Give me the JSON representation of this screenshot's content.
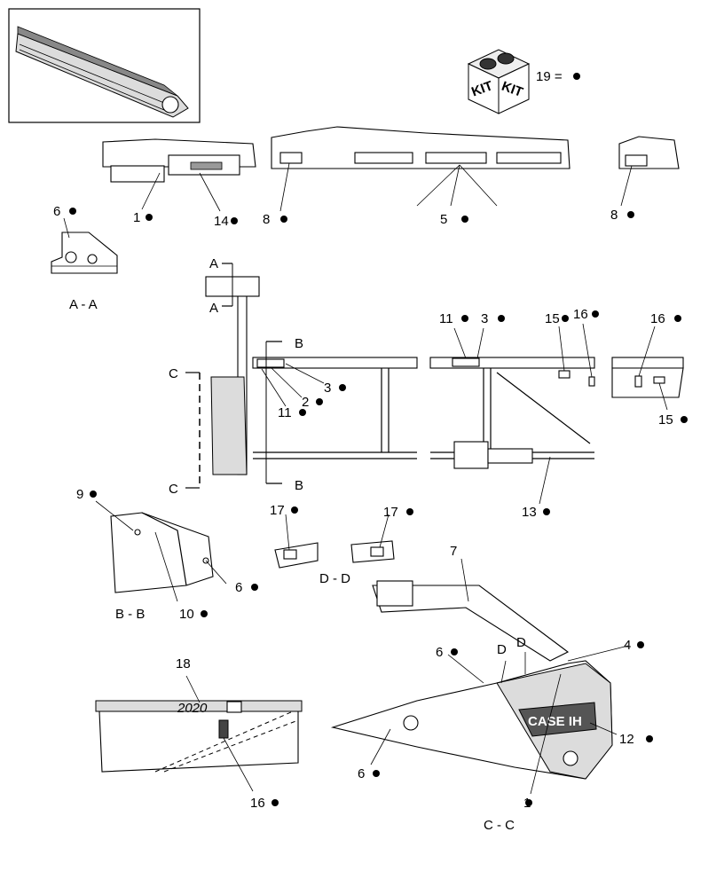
{
  "callouts": [
    {
      "id": "c1a",
      "text": "1"
    },
    {
      "id": "c14",
      "text": "14"
    },
    {
      "id": "c8a",
      "text": "8"
    },
    {
      "id": "c5",
      "text": "5"
    },
    {
      "id": "c8b",
      "text": "8"
    },
    {
      "id": "c19",
      "text": "19 ="
    },
    {
      "id": "c6a",
      "text": "6"
    },
    {
      "id": "c11a",
      "text": "11"
    },
    {
      "id": "c3a",
      "text": "3"
    },
    {
      "id": "c15a",
      "text": "15"
    },
    {
      "id": "c16a",
      "text": "16"
    },
    {
      "id": "c16b",
      "text": "16"
    },
    {
      "id": "c3b",
      "text": "3"
    },
    {
      "id": "c2",
      "text": "2"
    },
    {
      "id": "c11b",
      "text": "11"
    },
    {
      "id": "c15b",
      "text": "15"
    },
    {
      "id": "c13",
      "text": "13"
    },
    {
      "id": "c9",
      "text": "9"
    },
    {
      "id": "c17a",
      "text": "17"
    },
    {
      "id": "c17b",
      "text": "17"
    },
    {
      "id": "c6b",
      "text": "6"
    },
    {
      "id": "c10",
      "text": "10"
    },
    {
      "id": "c7",
      "text": "7"
    },
    {
      "id": "c4",
      "text": "4"
    },
    {
      "id": "c6c",
      "text": "6"
    },
    {
      "id": "c12",
      "text": "12"
    },
    {
      "id": "c6d",
      "text": "6"
    },
    {
      "id": "c18",
      "text": "18"
    },
    {
      "id": "c16c",
      "text": "16"
    },
    {
      "id": "c1b",
      "text": "1"
    }
  ],
  "section_labels": {
    "aa": "A - A",
    "bb": "B - B",
    "cc": "C - C",
    "dd": "D - D",
    "a_top": "A",
    "a_bot": "A",
    "b_top": "B",
    "b_bot": "B",
    "c_top": "C",
    "c_bot": "C",
    "d1": "D",
    "d2": "D"
  },
  "kit_text": "KIT",
  "brand_text": "CASE IH",
  "model_text": "2020"
}
